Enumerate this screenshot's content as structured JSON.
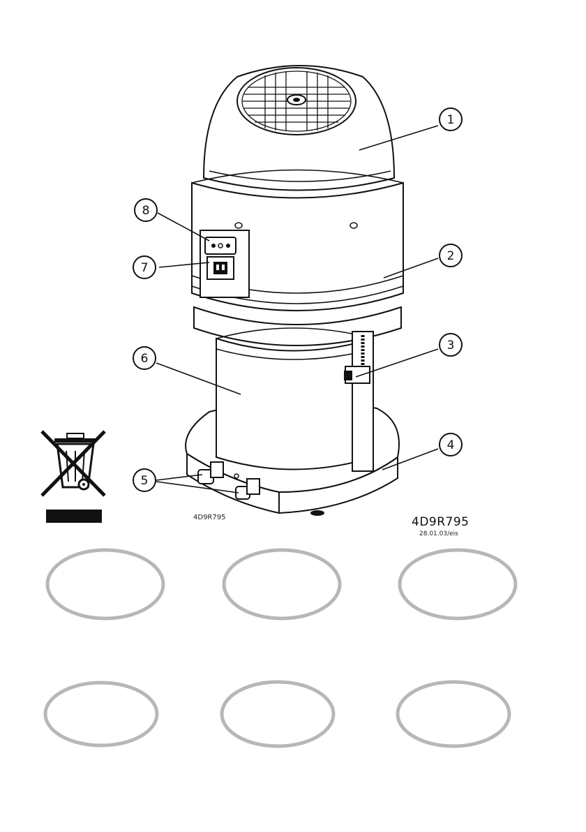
{
  "callouts": {
    "c1": "1",
    "c2": "2",
    "c3": "3",
    "c4": "4",
    "c5": "5",
    "c6": "6",
    "c7": "7",
    "c8": "8"
  },
  "drawing_code_small": "4D9R795",
  "drawing_code": "4D9R795",
  "drawing_date": "28.01.03/eis",
  "icons": {
    "weee": "crossed-out-wheelie-bin-icon"
  },
  "colors": {
    "ring": "#b7b7b7",
    "ink": "#111111"
  }
}
